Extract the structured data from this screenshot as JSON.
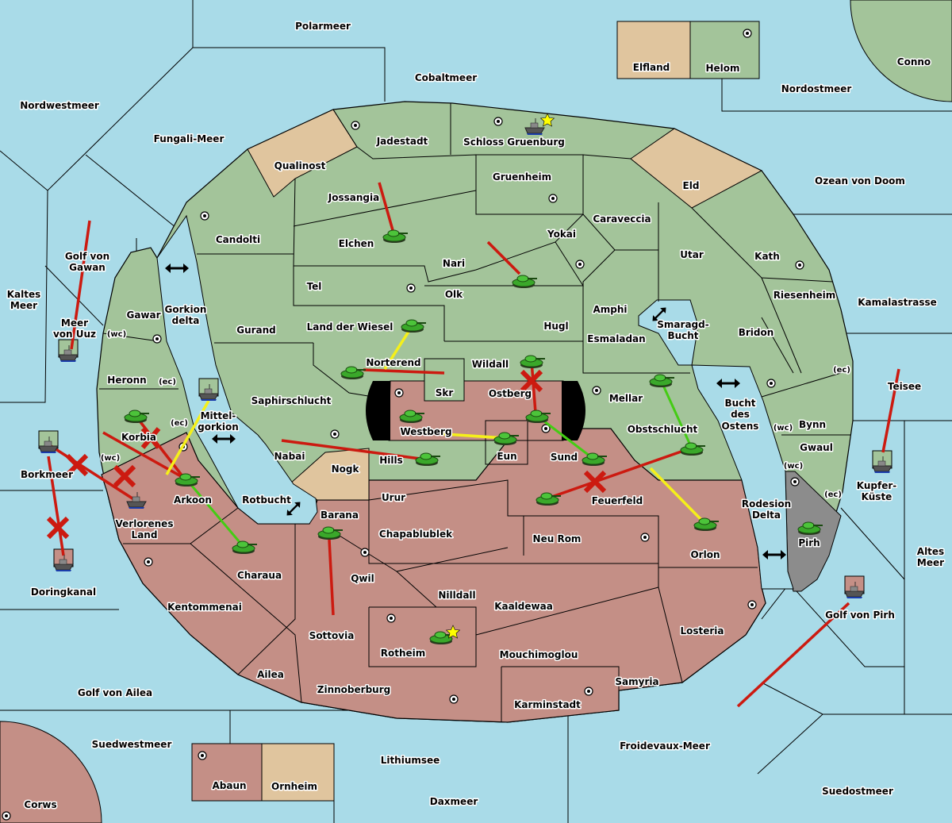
{
  "colors": {
    "sea": "#a9dbe8",
    "green_power": "#a3c49a",
    "red_power": "#c48f86",
    "neutral": "#e0c59e",
    "blocked": "#8c8c8c",
    "capital_black": "#000000"
  },
  "provinces": {
    "polarmeer": "Polarmeer",
    "cobaltmeer": "Cobaltmeer",
    "nordwestmeer": "Nordwestmeer",
    "fungali": "Fungali-Meer",
    "elfland": "Elfland",
    "helom": "Helom",
    "conno": "Conno",
    "nordostmeer": "Nordostmeer",
    "jadestadt": "Jadestadt",
    "schloss": "Schloss Gruenburg",
    "qualinost": "Qualinost",
    "gruenheim": "Gruenheim",
    "eld": "Eld",
    "ozean": "Ozean von Doom",
    "jossangia": "Jossangia",
    "caraveccia": "Caraveccia",
    "candolti": "Candolti",
    "elchen": "Elchen",
    "yokai": "Yokai",
    "utar": "Utar",
    "kath": "Kath",
    "golf_gawan": [
      "Golf von",
      "Gawan"
    ],
    "nari": "Nari",
    "tel": "Tel",
    "olk": "Olk",
    "riesenheim": "Riesenheim",
    "kamalastrasse": "Kamalastrasse",
    "kaltes_meer": [
      "Kaltes",
      "Meer"
    ],
    "gawar": "Gawar",
    "gorkion_delta": [
      "Gorkion",
      "delta"
    ],
    "amphi": "Amphi",
    "meer_uuz": [
      "Meer",
      "von Uuz"
    ],
    "hugl": "Hugl",
    "land_wiesel": "Land der Wiesel",
    "gurand": "Gurand",
    "smaragd": [
      "Smaragd-",
      "Bucht"
    ],
    "bridon": "Bridon",
    "esmaladan": "Esmaladan",
    "norterend": "Norterend",
    "wildall": "Wildall",
    "heronn": "Heronn",
    "mellar": "Mellar",
    "skr": "Skr",
    "ostberg": "Ostberg",
    "saphirschlucht": "Saphirschlucht",
    "bucht_ostens": [
      "Bucht",
      "des",
      "Ostens"
    ],
    "teisee": "Teisee",
    "bynn": "Bynn",
    "mittelgorkion": [
      "Mittel-",
      "gorkion"
    ],
    "korbia": "Korbia",
    "westberg": "Westberg",
    "obstschlucht": "Obstschlucht",
    "gwaul": "Gwaul",
    "nabai": "Nabai",
    "hills": "Hills",
    "eun": "Eun",
    "sund": "Sund",
    "nogk": "Nogk",
    "borkmeer": "Borkmeer",
    "kupfer": [
      "Kupfer-",
      "Küste"
    ],
    "urur": "Urur",
    "rotbucht": "Rotbucht",
    "arkoon": "Arkoon",
    "feuerfeld": "Feuerfeld",
    "rodesion": [
      "Rodesion",
      "Delta"
    ],
    "barana": "Barana",
    "verlorenes": [
      "Verlorenes",
      "Land"
    ],
    "chapablublek": "Chapablublek",
    "neu_rom": "Neu Rom",
    "pirh": "Pirh",
    "orlon": "Orlon",
    "altes_meer": [
      "Altes",
      "Meer"
    ],
    "charaua": "Charaua",
    "qwil": "Qwil",
    "doringkanal": "Doringkanal",
    "nilldall": "Nilldall",
    "kentommenai": "Kentommenai",
    "kaaldewaa": "Kaaldewaa",
    "golf_pirh": "Golf von Pirh",
    "losteria": "Losteria",
    "sottovia": "Sottovia",
    "rotheim": "Rotheim",
    "mouchimoglou": "Mouchimoglou",
    "ailea": "Ailea",
    "samyria": "Samyria",
    "zinnoberburg": "Zinnoberburg",
    "golf_ailea": "Golf von Ailea",
    "karminstadt": "Karminstadt",
    "suedwestmeer": "Suedwestmeer",
    "froidevaux": "Froidevaux-Meer",
    "lithiumsee": "Lithiumsee",
    "abaun": "Abaun",
    "ornheim": "Ornheim",
    "suedostmeer": "Suedostmeer",
    "daxmeer": "Daxmeer",
    "corws": "Corws"
  },
  "coasts": {
    "wc": "(wc)",
    "ec": "(ec)"
  },
  "icons": {
    "army": "tank-icon",
    "fleet": "ship-icon",
    "supply_center": "supply-center-icon",
    "capital": "star-icon",
    "convoy_route": "double-arrow-icon",
    "failed_order": "red-x-icon"
  }
}
